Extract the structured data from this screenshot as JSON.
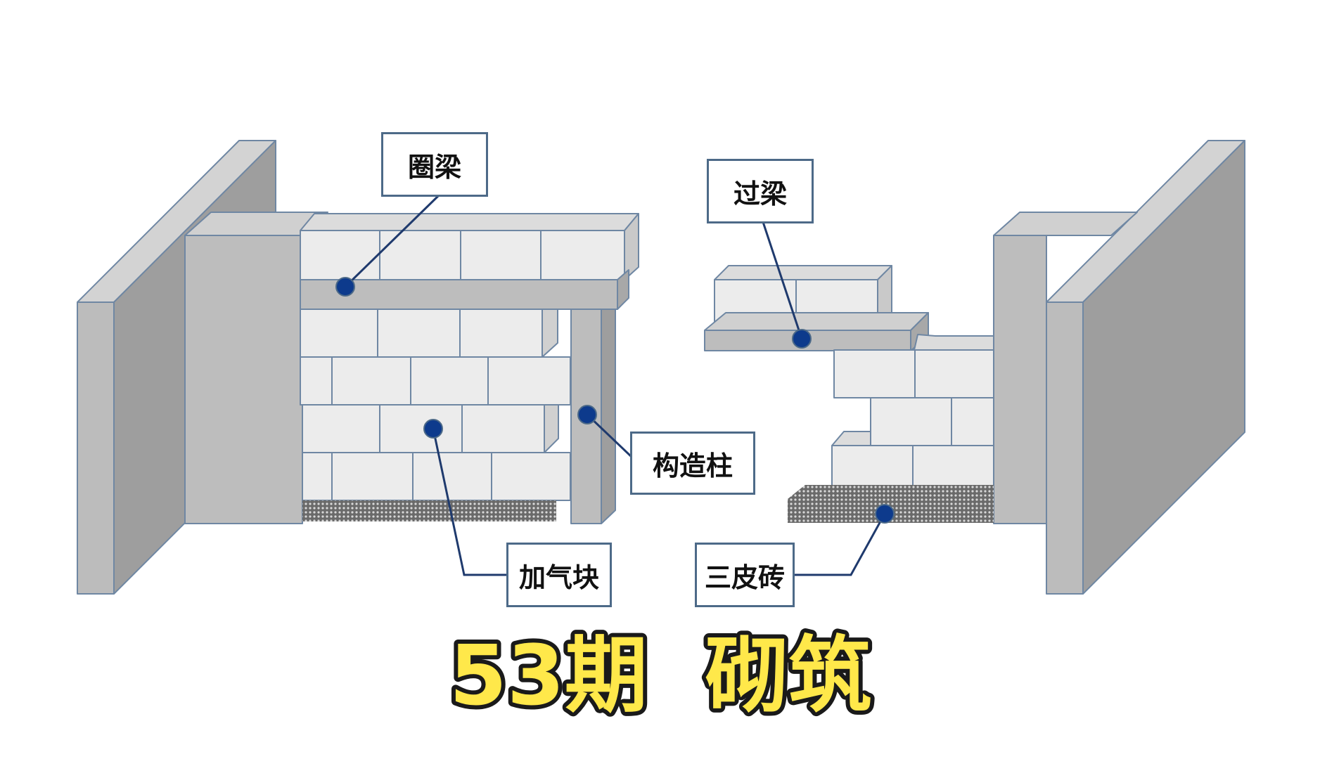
{
  "labels": {
    "ring_beam": "圈梁",
    "lintel": "过梁",
    "structural_column": "构造柱",
    "aerated_block": "加气块",
    "three_course_brick": "三皮砖"
  },
  "title": "53期  砌筑",
  "colors": {
    "line": "#1f3a6d",
    "dot": "#0d3a8c",
    "border": "#4d6a88",
    "block_face": "#ececec",
    "wall_light": "#bdbdbd",
    "wall_dark": "#9c9c9c",
    "title_fill": "#ffe84a",
    "title_stroke": "#1a1a1a"
  }
}
